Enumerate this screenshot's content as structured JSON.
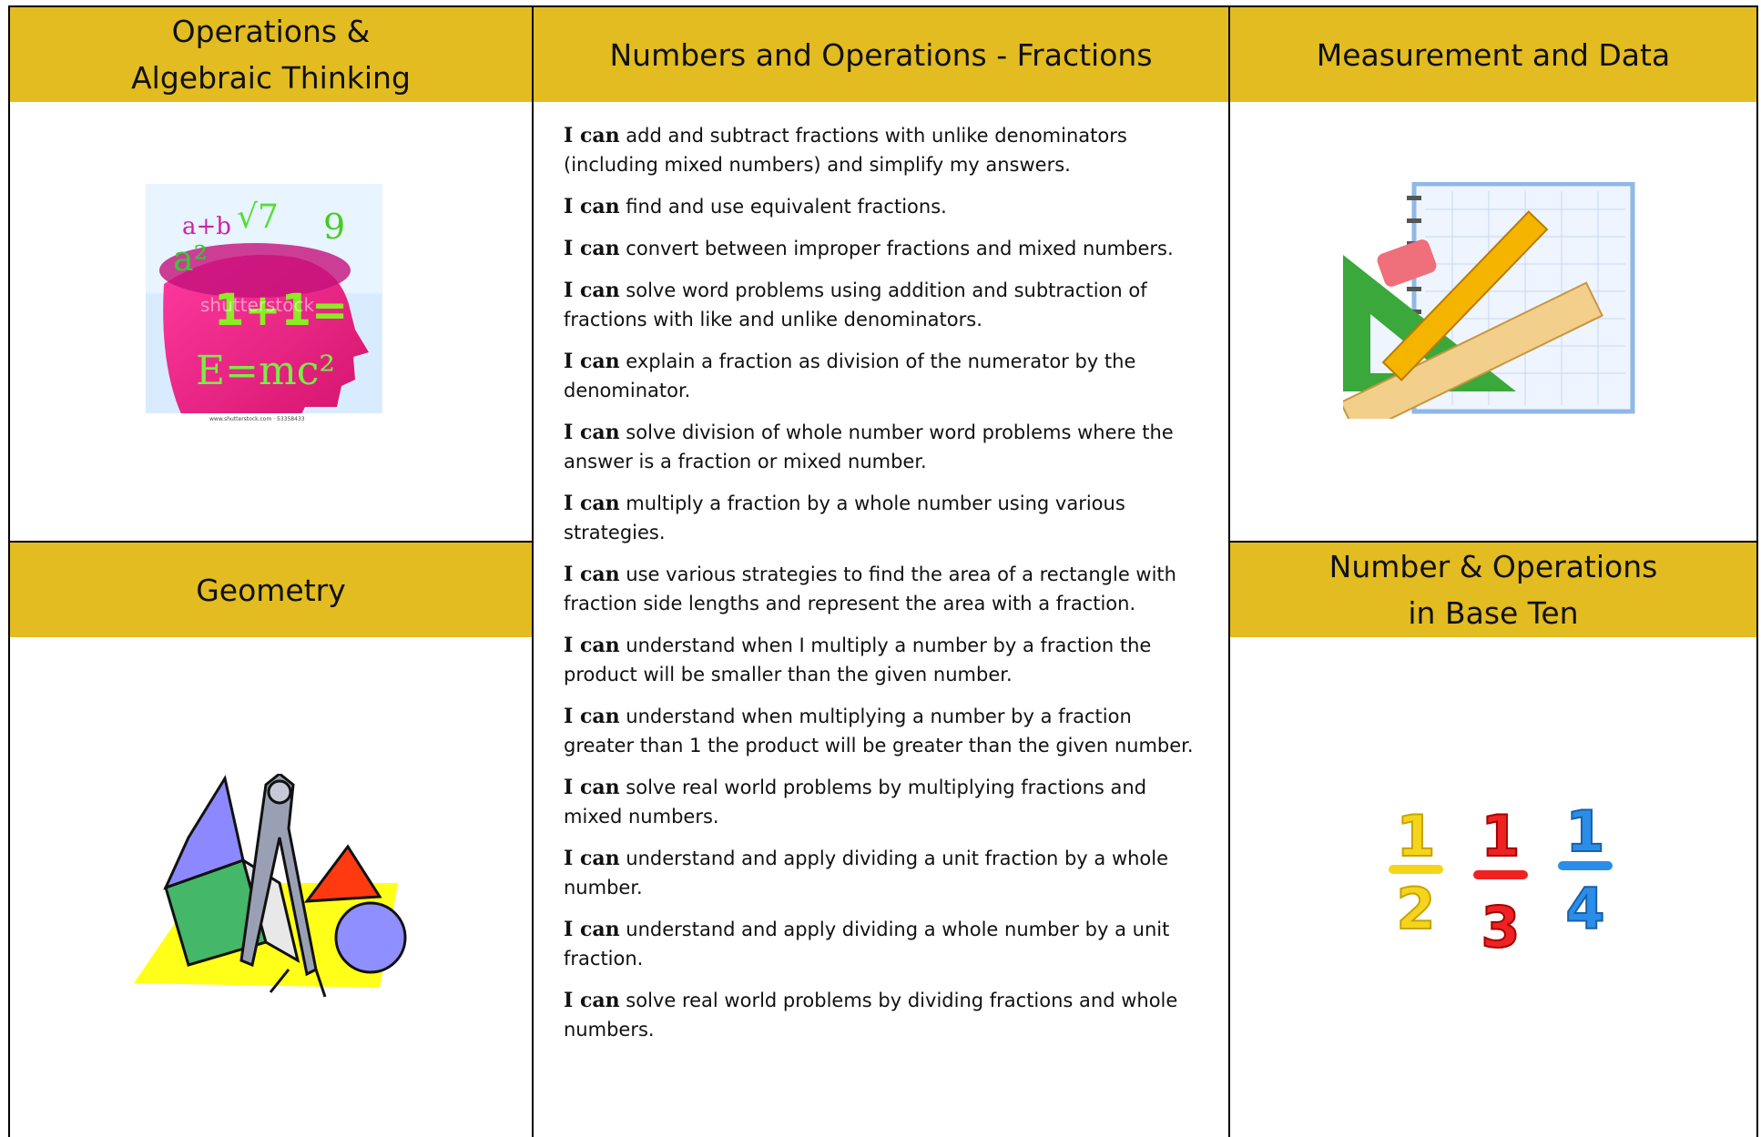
{
  "headers": {
    "operations_algebraic": [
      "Operations &",
      "Algebraic Thinking"
    ],
    "fractions": "Numbers and Operations - Fractions",
    "measurement": "Measurement and Data",
    "geometry": "Geometry",
    "base_ten": [
      "Number & Operations",
      "in Base Ten"
    ]
  },
  "images": {
    "algebra": "algebra-head-image",
    "measurement": "ruler-pencil-image",
    "geometry": "geometry-shapes-image",
    "fractions": "fractions-image"
  },
  "algebra_image_text": {
    "watermark": "shutterstock",
    "credit": "www.shutterstock.com · 53358433"
  },
  "fraction_image_text": {
    "half_num": "1",
    "half_den": "2",
    "third_num": "1",
    "third_den": "3",
    "quarter_num": "1",
    "quarter_den": "4"
  },
  "statements": [
    {
      "lead": "I can",
      "text": "add and subtract fractions with unlike denominators (including mixed numbers) and simplify my answers."
    },
    {
      "lead": "I can",
      "text": "find and use equivalent fractions."
    },
    {
      "lead": "I can",
      "text": "convert between improper fractions and mixed numbers."
    },
    {
      "lead": "I can",
      "text": "solve word problems using addition and subtraction of fractions with like and unlike denominators."
    },
    {
      "lead": "I can",
      "text": "explain a fraction as division of the numerator by the denominator."
    },
    {
      "lead": "I can",
      "text": "solve division of whole number word problems where the answer is a fraction or mixed number."
    },
    {
      "lead": "I can",
      "text": "multiply a fraction by a whole number using various strategies."
    },
    {
      "lead": "I can",
      "text": "use various strategies to find the area of a rectangle with fraction side lengths and represent the area with a fraction."
    },
    {
      "lead": "I can",
      "text": "understand when I multiply a number by a fraction the product will be smaller than the given number."
    },
    {
      "lead": "I can",
      "text": "understand when multiplying a number by a fraction greater than 1 the product will be greater than the given number.",
      "lead_plain": "I "
    },
    {
      "lead": "I can",
      "text": "solve real world problems by multiplying fractions and mixed numbers."
    },
    {
      "lead": "I can",
      "text": "understand and apply dividing a unit fraction by a whole number."
    },
    {
      "lead": "I can",
      "text": "understand and apply dividing a whole number by a unit fraction."
    },
    {
      "lead": "I can",
      "text": "solve real world problems by dividing fractions and whole numbers."
    }
  ]
}
